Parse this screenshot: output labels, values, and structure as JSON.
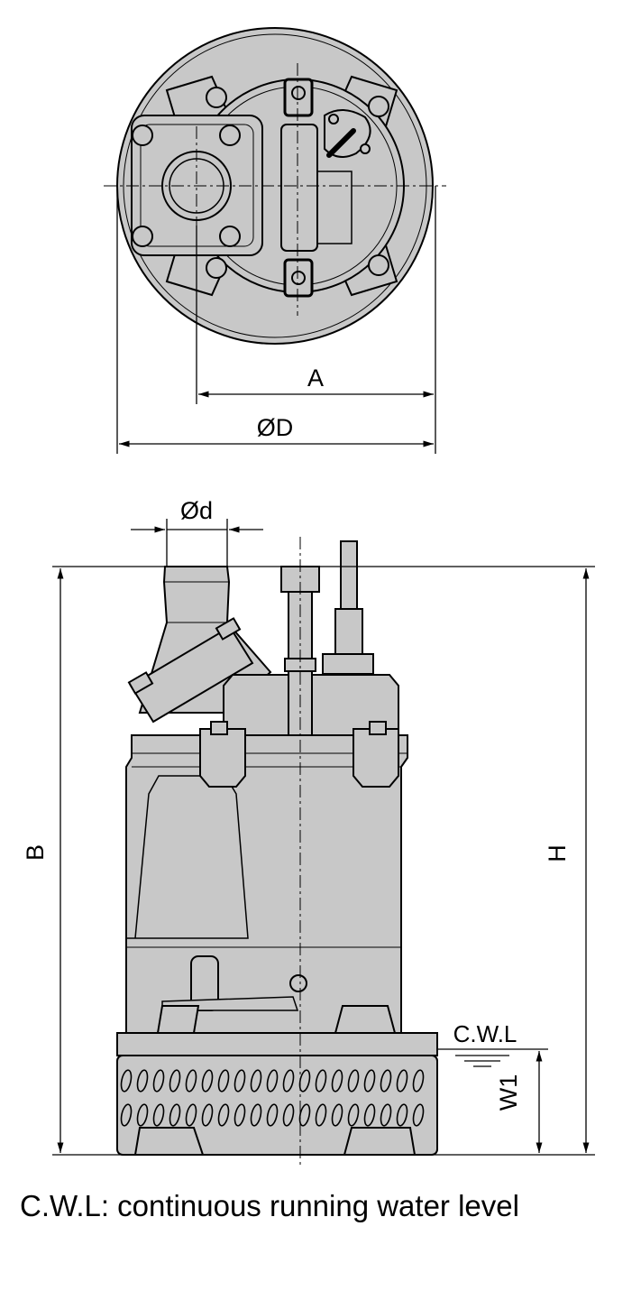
{
  "colors": {
    "body_fill": "#c8c8c8",
    "line": "#000000",
    "background": "#ffffff"
  },
  "top_view": {
    "dim_A": "A",
    "dim_D": "ØD"
  },
  "side_view": {
    "dim_d": "Ød",
    "dim_B": "B",
    "dim_H": "H",
    "dim_W1": "W1",
    "cwl_label": "C.W.L"
  },
  "note": "C.W.L: continuous running water level"
}
